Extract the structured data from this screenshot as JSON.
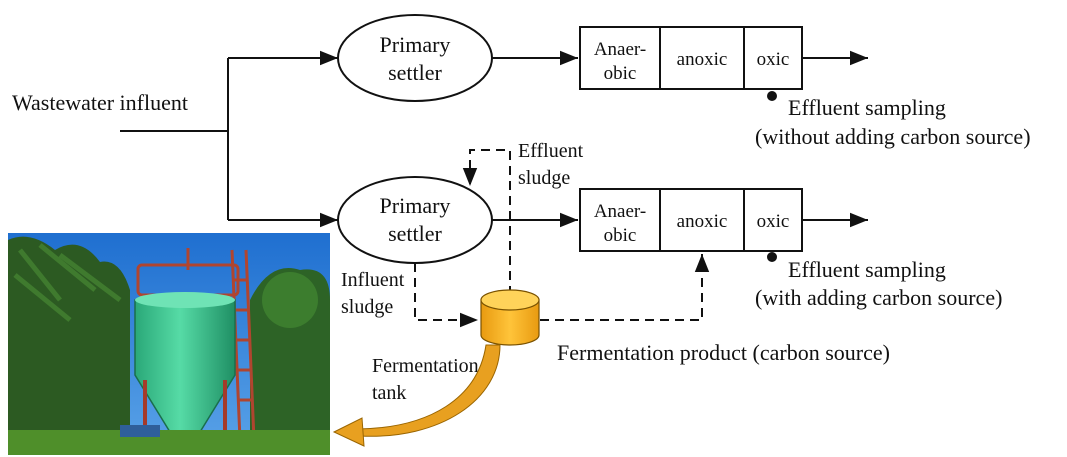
{
  "labels": {
    "influent": "Wastewater influent",
    "primary": "Primary",
    "settler": "settler",
    "anaer": "Anaer-",
    "obic": "obic",
    "anoxic": "anoxic",
    "oxic": "oxic",
    "effluent_sampling": "Effluent sampling",
    "without_carbon": "(without adding carbon source)",
    "with_carbon": "(with adding carbon source)",
    "effluent_sludge_1": "Effluent",
    "effluent_sludge_2": "sludge",
    "influent_sludge_1": "Influent",
    "influent_sludge_2": "sludge",
    "fermentation_product": "Fermentation product (carbon source)",
    "fermentation_tank_1": "Fermentation",
    "fermentation_tank_2": "tank"
  },
  "colors": {
    "line": "#111111",
    "tank_fill": "#f5b21a",
    "tank_stroke": "#7a5200",
    "arrow_fill": "#e8a020",
    "photo_sky": "#2f7fd6",
    "photo_tank": "#39c08f",
    "photo_grass": "#4f8f2a",
    "photo_rail": "#b0452f"
  }
}
